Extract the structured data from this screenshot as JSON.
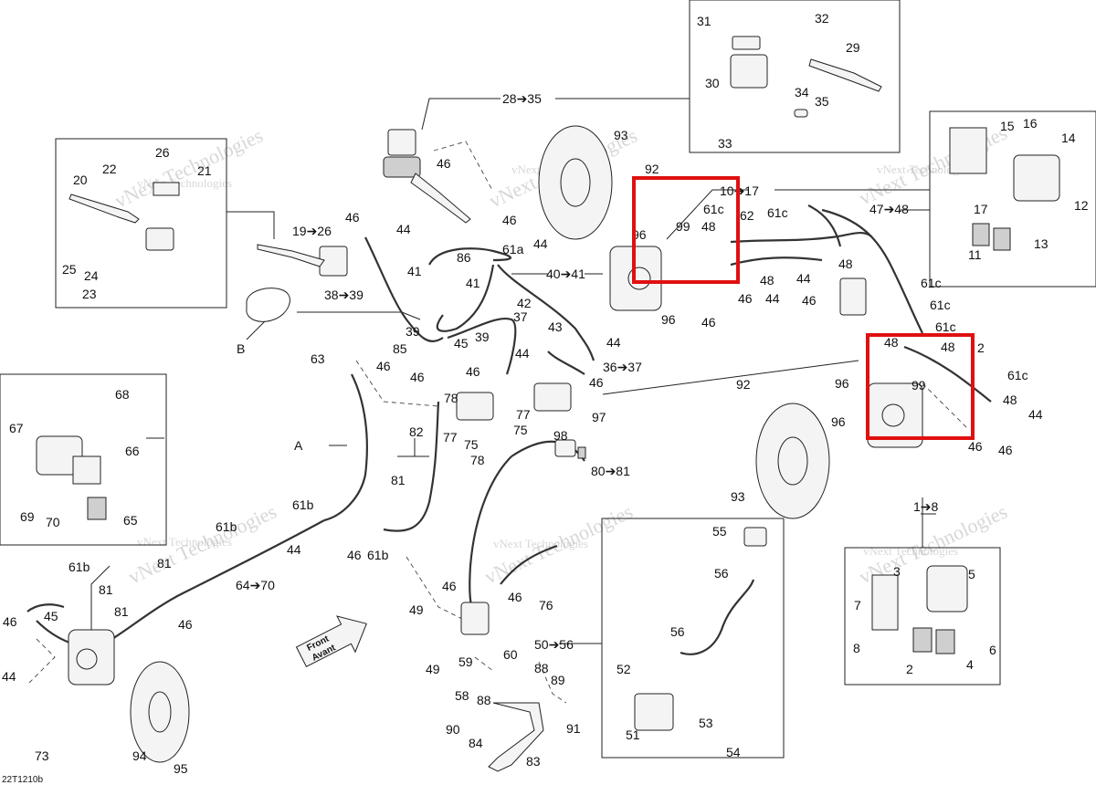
{
  "figure_code": "22T1210b",
  "watermark": "vNext Technologies",
  "front_arrow": {
    "line1": "Front",
    "line2": "Avant"
  },
  "view_labels": {
    "a": "A",
    "b": "B"
  },
  "highlight_color": "#e01010",
  "callouts": {
    "c1": "28➔35",
    "c2": "31",
    "c3": "32",
    "c4": "29",
    "c5": "30",
    "c6": "34",
    "c7": "35",
    "c8": "33",
    "c9": "93",
    "c10": "92",
    "c11": "10➔17",
    "c12": "61c",
    "c13": "99",
    "c14": "48",
    "c15": "62",
    "c16": "61c",
    "c17": "47➔48",
    "c18": "15",
    "c19": "16",
    "c20": "14",
    "c21": "17",
    "c22": "12",
    "c23": "11",
    "c24": "13",
    "c25": "26",
    "c26": "21",
    "c27": "22",
    "c28": "20",
    "c29": "25",
    "c30": "24",
    "c31": "23",
    "c32": "46",
    "c33": "19➔26",
    "c34": "46",
    "c35": "44",
    "c36": "46",
    "c37": "44",
    "c38": "61a",
    "c39": "86",
    "c40": "41",
    "c41": "41",
    "c42": "40➔41",
    "c43": "38➔39",
    "c44": "96",
    "c45": "96",
    "c46": "46",
    "c47": "46",
    "c48": "44",
    "c49": "48",
    "c50": "44",
    "c51": "48",
    "c52": "46",
    "c53": "61c",
    "c54": "61c",
    "c55": "42",
    "c56": "37",
    "c57": "43",
    "c58": "39",
    "c59": "39",
    "c60": "85",
    "c61": "45",
    "c62": "44",
    "c63": "44",
    "c64": "36➔37",
    "c65": "63",
    "c66": "46",
    "c67": "46",
    "c68": "46",
    "c69": "46",
    "c70": "48",
    "c71": "48",
    "c72": "2",
    "c73": "61c",
    "c74": "96",
    "c75": "99",
    "c76": "48",
    "c77": "44",
    "c78": "96",
    "c79": "46",
    "c80": "46",
    "c81": "92",
    "c82": "93",
    "c83": "1➔8",
    "c84": "68",
    "c85": "67",
    "c86": "66",
    "c87": "69",
    "c88": "70",
    "c89": "65",
    "c90": "78",
    "c91": "77",
    "c92": "75",
    "c93": "78",
    "c94": "77",
    "c95": "75",
    "c96": "97",
    "c97": "98",
    "c98": "80➔81",
    "c99": "A",
    "c100": "82",
    "c101": "81",
    "c102": "61b",
    "c103": "44",
    "c104": "46",
    "c105": "61b",
    "c106": "61b",
    "c107": "81",
    "c108": "64➔70",
    "c109": "61b",
    "c110": "81",
    "c111": "81",
    "c112": "46",
    "c113": "46",
    "c114": "45",
    "c115": "44",
    "c116": "73",
    "c117": "94",
    "c118": "95",
    "c119": "46",
    "c120": "46",
    "c121": "76",
    "c122": "49",
    "c123": "50➔56",
    "c124": "49",
    "c125": "59",
    "c126": "60",
    "c127": "58",
    "c128": "88",
    "c129": "88",
    "c130": "89",
    "c131": "90",
    "c132": "84",
    "c133": "83",
    "c134": "91",
    "c135": "55",
    "c136": "56",
    "c137": "56",
    "c138": "52",
    "c139": "51",
    "c140": "53",
    "c141": "54",
    "c142": "3",
    "c143": "5",
    "c144": "7",
    "c145": "8",
    "c146": "2",
    "c147": "4",
    "c148": "6",
    "c149": "B",
    "c150": "61c"
  }
}
